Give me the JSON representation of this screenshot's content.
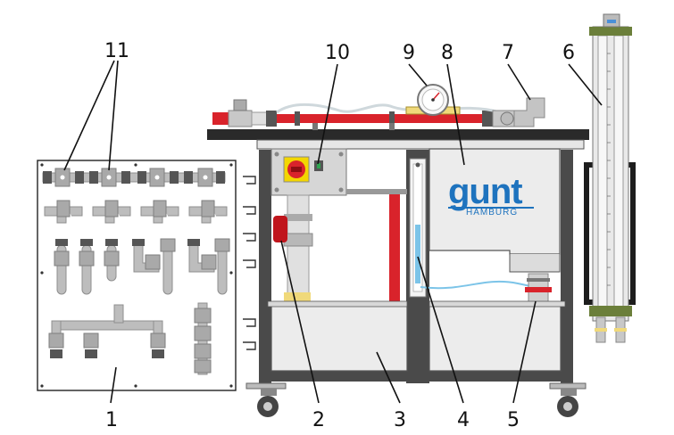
{
  "callouts": [
    {
      "id": "label-1",
      "text": "1"
    },
    {
      "id": "label-2",
      "text": "2"
    },
    {
      "id": "label-3",
      "text": "3"
    },
    {
      "id": "label-4",
      "text": "4"
    },
    {
      "id": "label-5",
      "text": "5"
    },
    {
      "id": "label-6",
      "text": "6"
    },
    {
      "id": "label-7",
      "text": "7"
    },
    {
      "id": "label-8",
      "text": "8"
    },
    {
      "id": "label-9",
      "text": "9"
    },
    {
      "id": "label-10",
      "text": "10"
    },
    {
      "id": "label-11",
      "text": "11"
    }
  ],
  "logo": {
    "brand": "gunt",
    "sub": "HAMBURG",
    "color": "#1e73be"
  },
  "colors": {
    "frame": "#4a4a4a",
    "pipe_red": "#d9232b",
    "tube_blue": "#7cc4e8",
    "panel": "#ffffff",
    "tank": "#e8e8e8"
  }
}
